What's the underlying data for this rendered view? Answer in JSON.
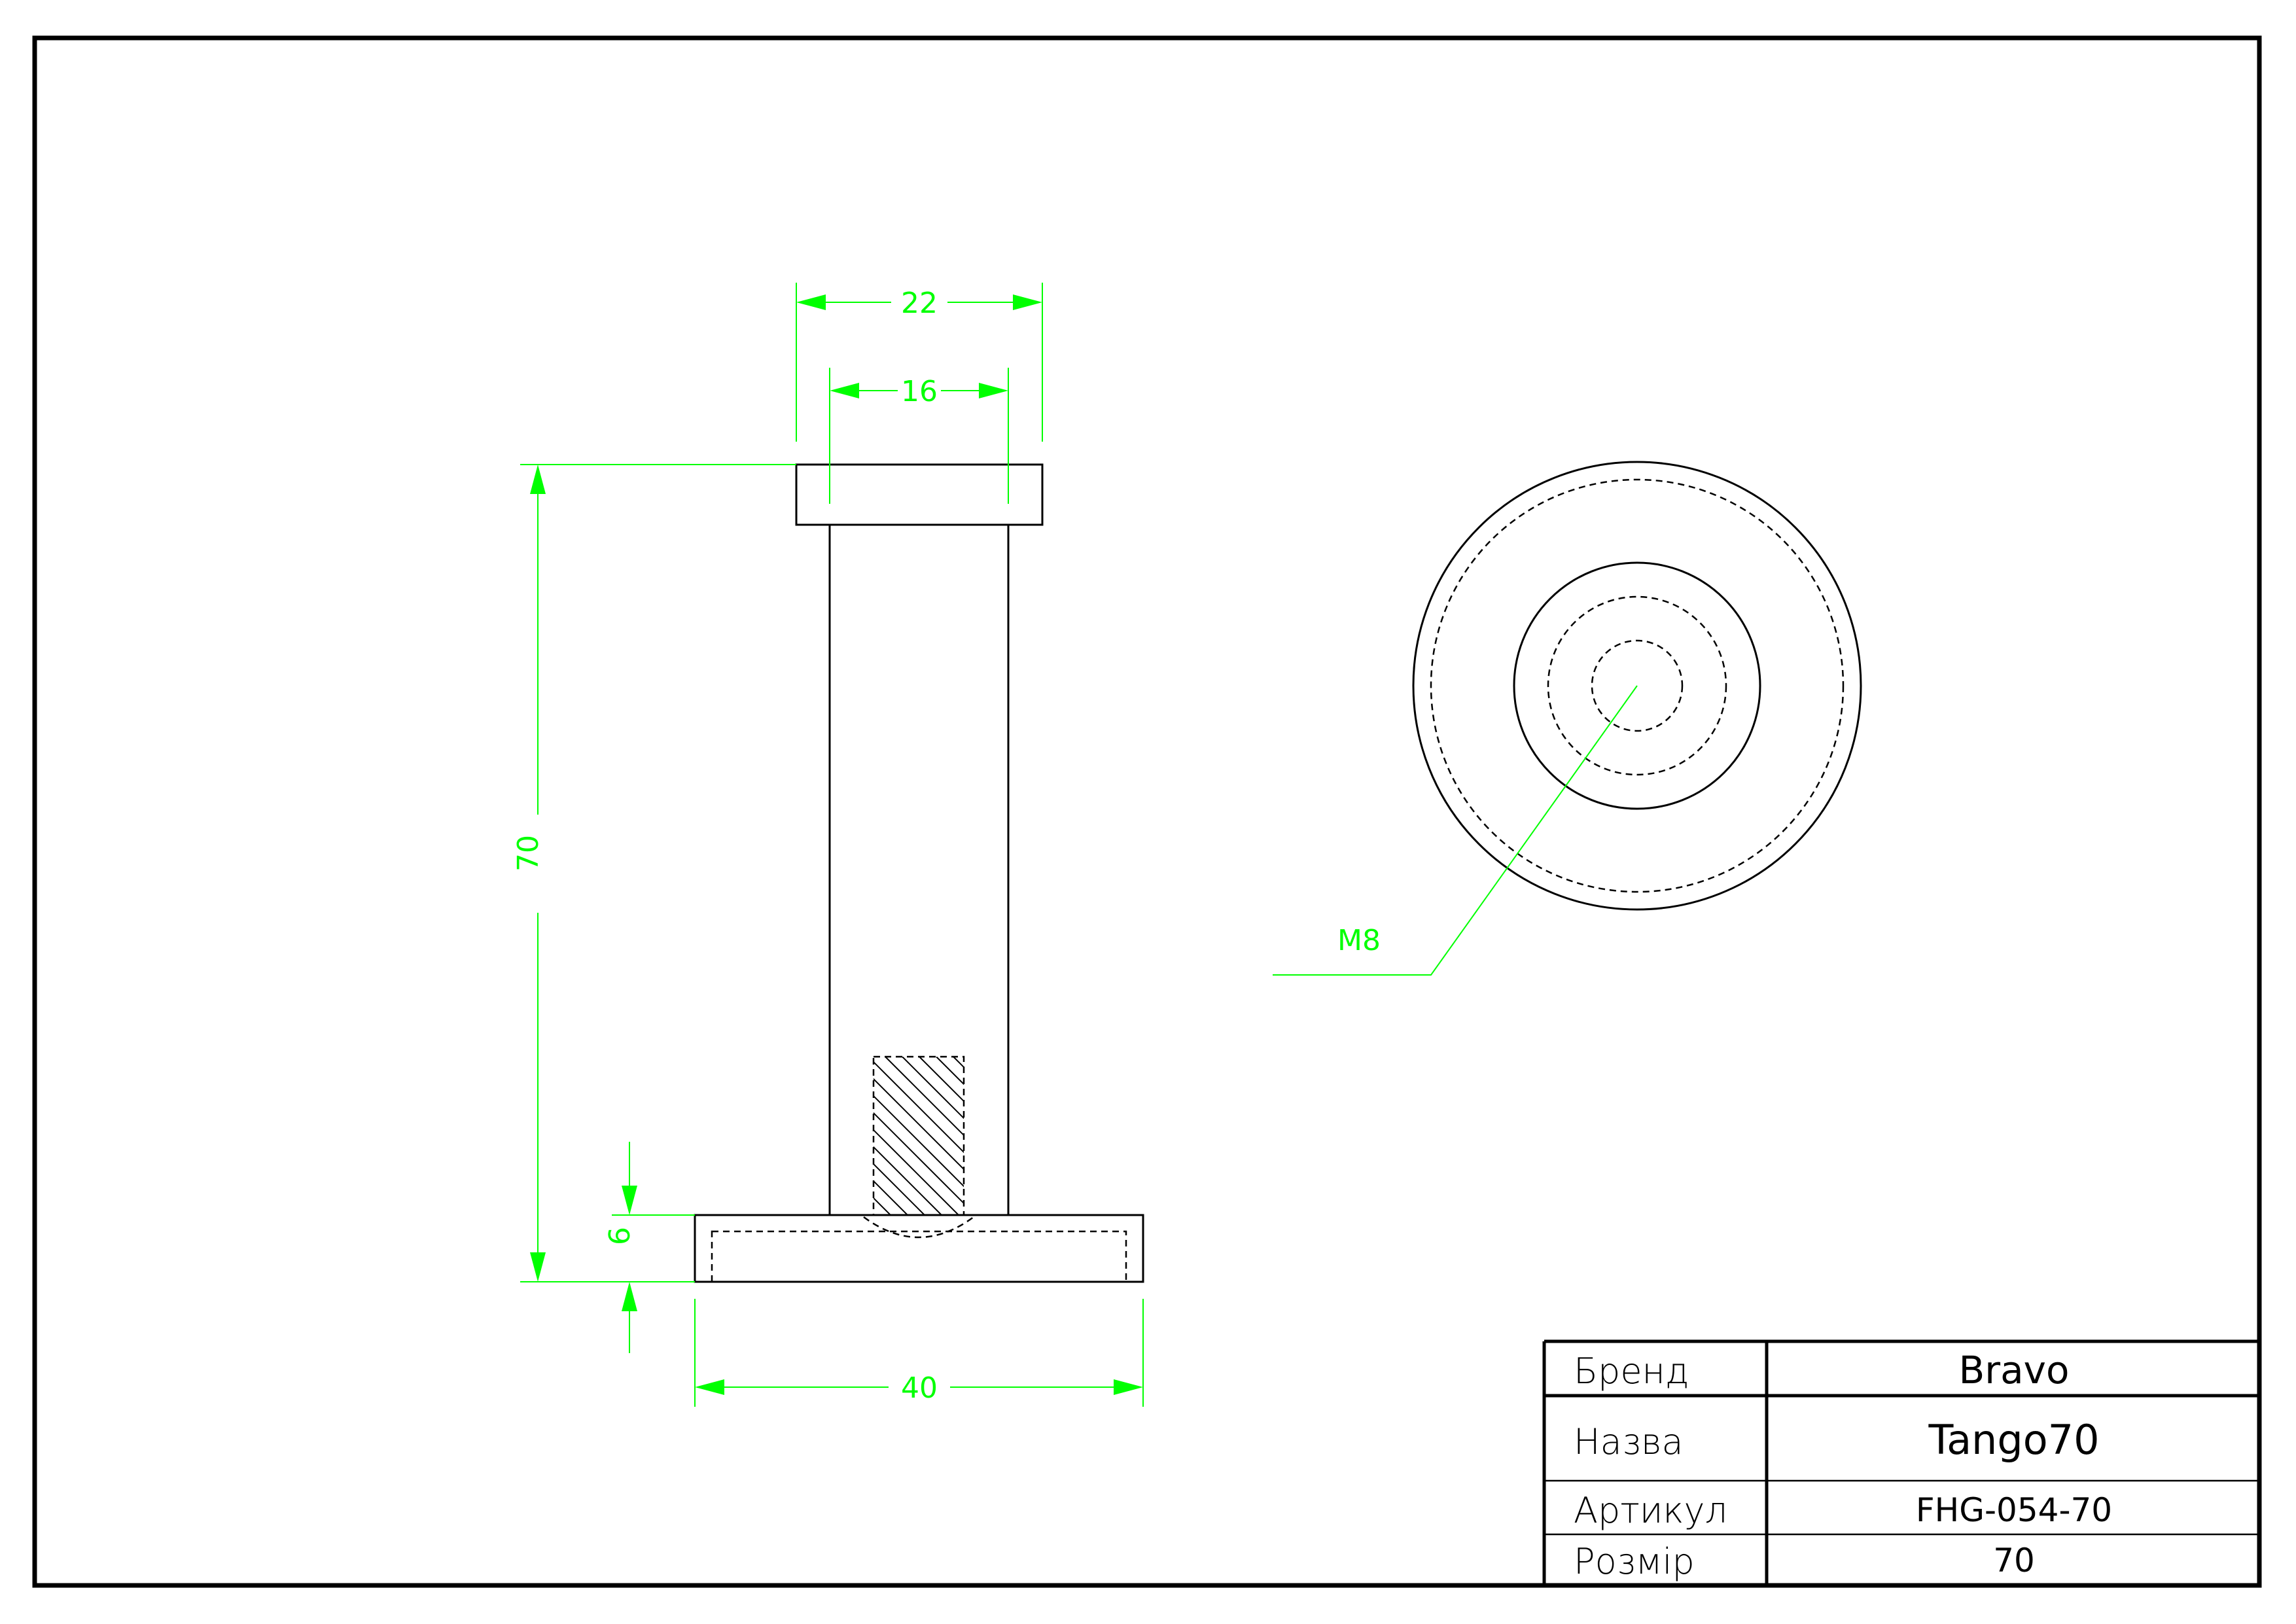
{
  "dimensions": {
    "top_width": "22",
    "tube_width": "16",
    "height": "70",
    "base_thickness": "6",
    "base_width": "40",
    "thread_callout": "M8"
  },
  "title_block": {
    "brand_label": "Бренд",
    "brand_value": "Bravo",
    "name_label": "Назва",
    "name_value": "Tango70",
    "article_label": "Артикул",
    "article_value": "FHG-054-70",
    "size_label": "Розмір",
    "size_value": "70"
  },
  "colors": {
    "geometry": "#000000",
    "dimension": "#00ff00"
  }
}
